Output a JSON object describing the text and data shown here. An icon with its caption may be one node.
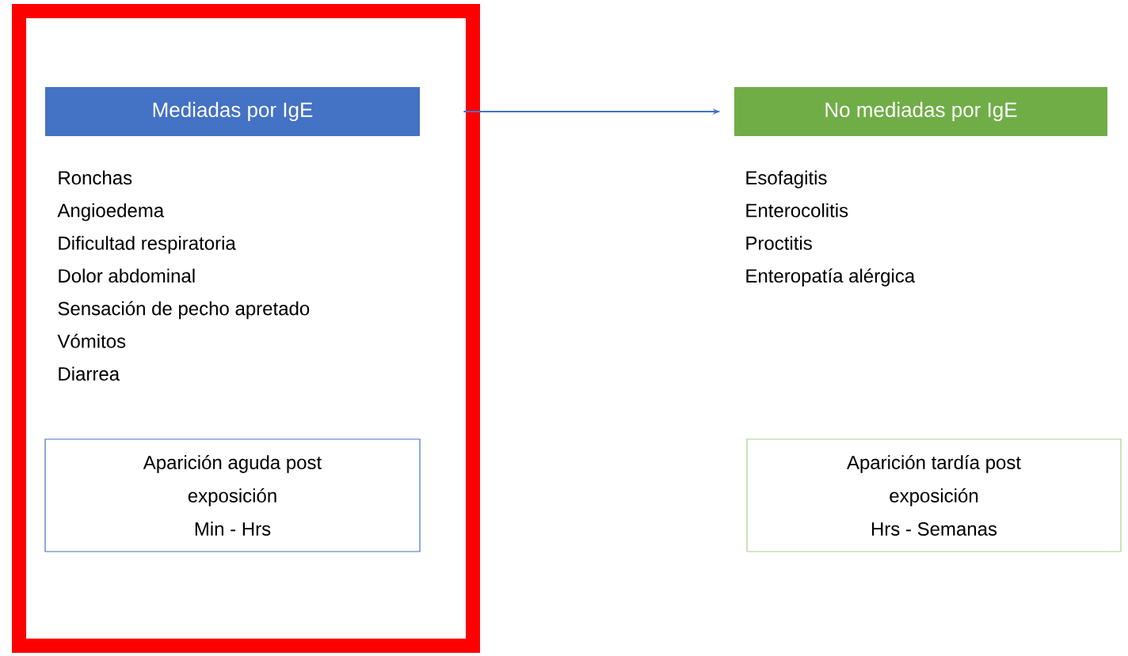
{
  "diagram": {
    "nodes": [
      {
        "text": [],
        "shape": "box"
      },
      {
        "text": [
          "Mediadas por IgE"
        ],
        "in": 0
      },
      {
        "text": [
          "Aparición aguda post exposición",
          "Min - Hrs"
        ],
        "in": 0
      },
      {
        "text": [
          "No mediadas por IgE"
        ]
      },
      {
        "text": [
          "Aparición tardía post exposición",
          "Hrs - Semanas"
        ]
      }
    ],
    "edges": [
      {
        "from": 1,
        "to": 3,
        "arrow": "to"
      }
    ],
    "labels": [
      "Ronchas",
      "Angioedema",
      "Dificultad respiratoria",
      "Dolor abdominal",
      "Sensación de pecho apretado",
      "Vómitos",
      "Diarrea",
      "Esofagitis",
      "Enterocolitis",
      "Proctitis",
      "Enteropatía alérgica"
    ]
  }
}
